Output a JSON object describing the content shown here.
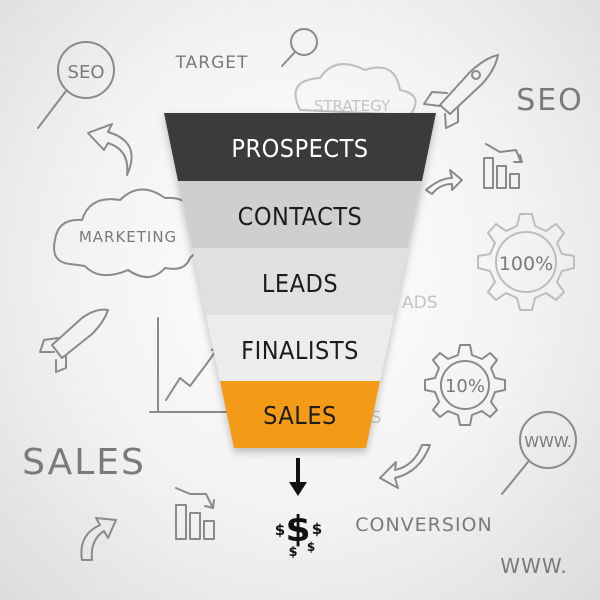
{
  "funnel": {
    "stages": [
      {
        "label": "PROSPECTS",
        "fill": "#3a3a3a",
        "text_color": "#ffffff"
      },
      {
        "label": "CONTACTS",
        "fill": "#cfcfcf",
        "text_color": "#1e1e1e"
      },
      {
        "label": "LEADS",
        "fill": "#e0e0e0",
        "text_color": "#1e1e1e"
      },
      {
        "label": "FINALISTS",
        "fill": "#ececec",
        "text_color": "#1e1e1e"
      },
      {
        "label": "SALES",
        "fill": "#f39a16",
        "text_color": "#1e1e1e"
      }
    ],
    "output_symbol": "$"
  },
  "background": {
    "labels": {
      "seo_in_magnifier": "SEO",
      "target": "TARGET",
      "seo_right": "SEO",
      "strategy": "STRATEGY",
      "marketing": "MARKETING",
      "gear_large": "100%",
      "gear_small": "10%",
      "leads_partial": "ADS",
      "sales_partial": "SS",
      "sales": "SALES",
      "www_in_magnifier": "WWW.",
      "conversion": "CONVERSION",
      "www_bottom": "WWW."
    }
  },
  "colors": {
    "accent": "#f39a16",
    "dark_band": "#3a3a3a",
    "doodle": "#8a8a8a"
  }
}
